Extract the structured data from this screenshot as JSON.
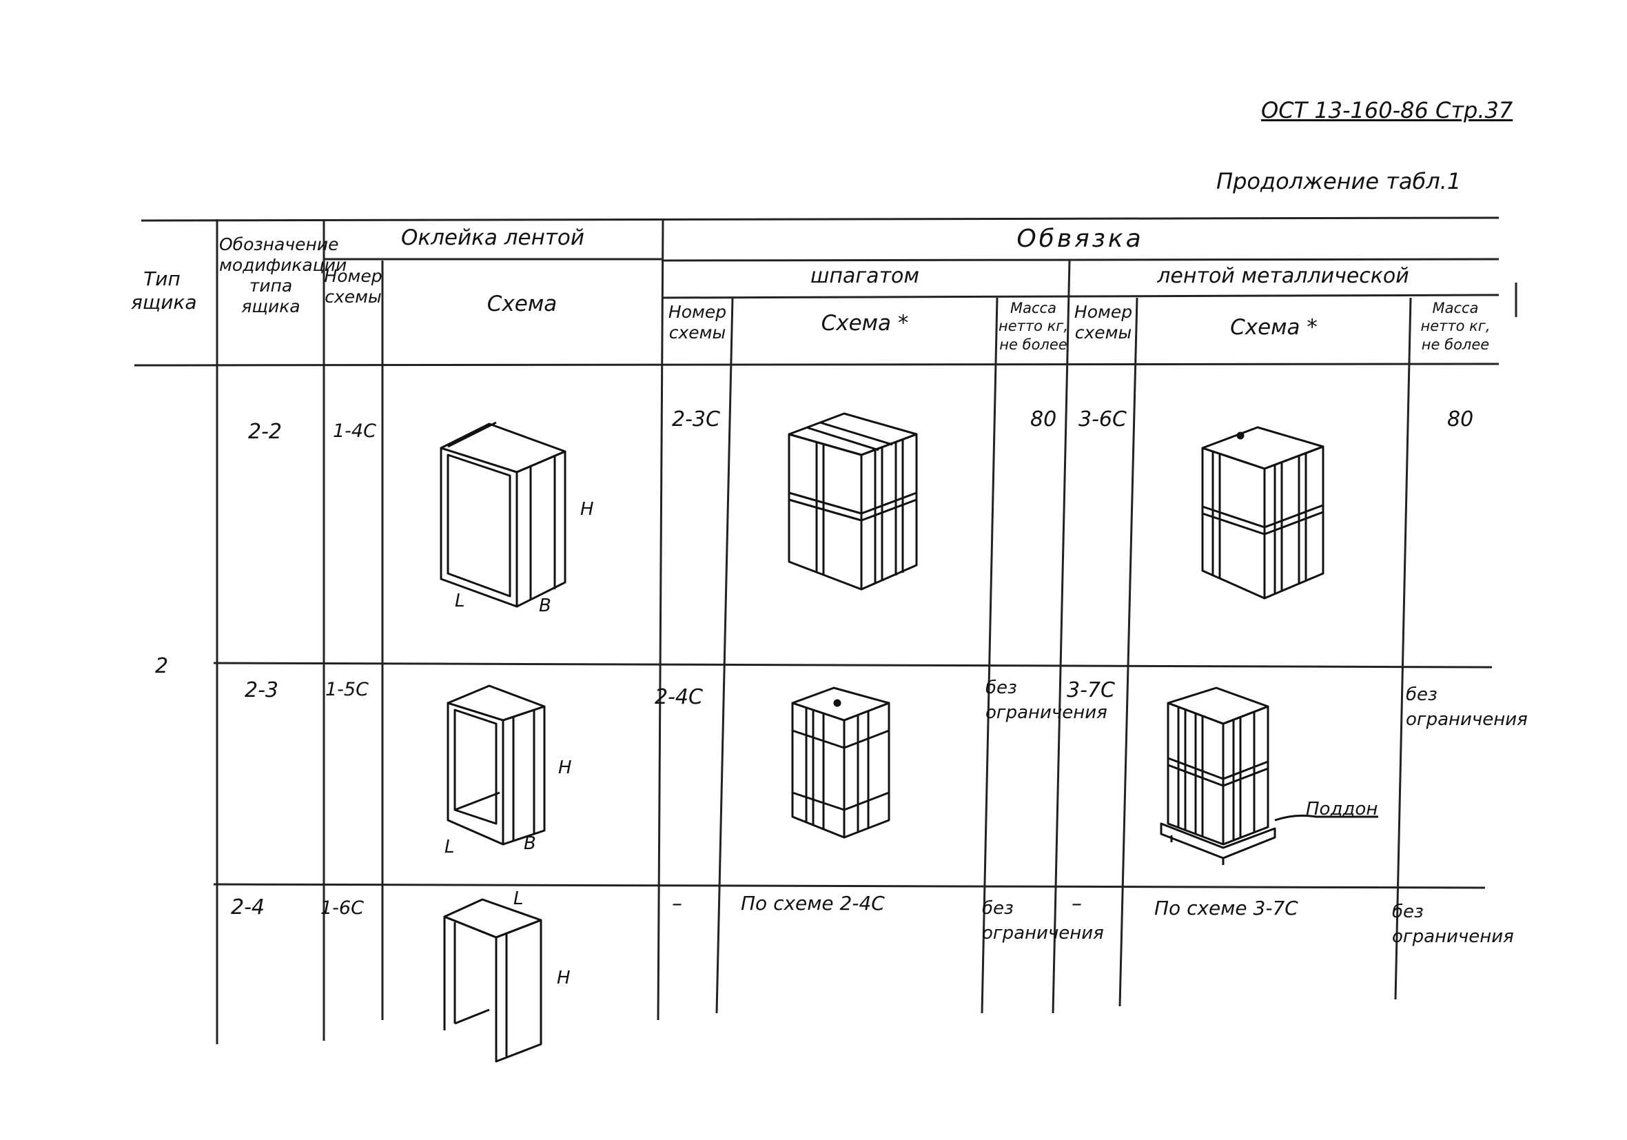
{
  "header": {
    "standard": "ОСТ 13-160-86 Стр.37",
    "continuation": "Продолжение табл.1"
  },
  "table": {
    "col_box_type": "Тип ящика",
    "col_designation": "Обозначение модификации типа ящика",
    "group_taping": "Оклейка лентой",
    "col_scheme_number": "Номер схемы",
    "col_scheme": "Схема",
    "group_strapping": "Обвязка",
    "sub_twine": "шпагатом",
    "sub_metal_tape": "лентой металлической",
    "col_scheme_star": "Схема *",
    "col_mass": "Масса нетто кг, не более",
    "box_type_value": "2",
    "rows": [
      {
        "designation": "2-2",
        "taping_scheme_no": "1-4С",
        "twine_scheme_no": "2-3С",
        "twine_mass": "80",
        "metal_scheme_no": "3-6С",
        "metal_mass": "80",
        "dims": [
          "H",
          "L",
          "B"
        ]
      },
      {
        "designation": "2-3",
        "taping_scheme_no": "1-5С",
        "twine_scheme_no": "2-4С",
        "twine_mass": "без ограничения",
        "metal_scheme_no": "3-7С",
        "metal_mass": "без ограничения",
        "pallet_label": "Поддон",
        "dims": [
          "H",
          "L",
          "B"
        ]
      },
      {
        "designation": "2-4",
        "taping_scheme_no": "1-6С",
        "twine_scheme_no": "–",
        "twine_scheme_text": "По схеме 2-4С",
        "twine_mass": "без ограничения",
        "metal_scheme_no": "–",
        "metal_scheme_text": "По схеме 3-7С",
        "metal_mass": "без ограничения",
        "dims": [
          "L",
          "H"
        ]
      }
    ]
  }
}
